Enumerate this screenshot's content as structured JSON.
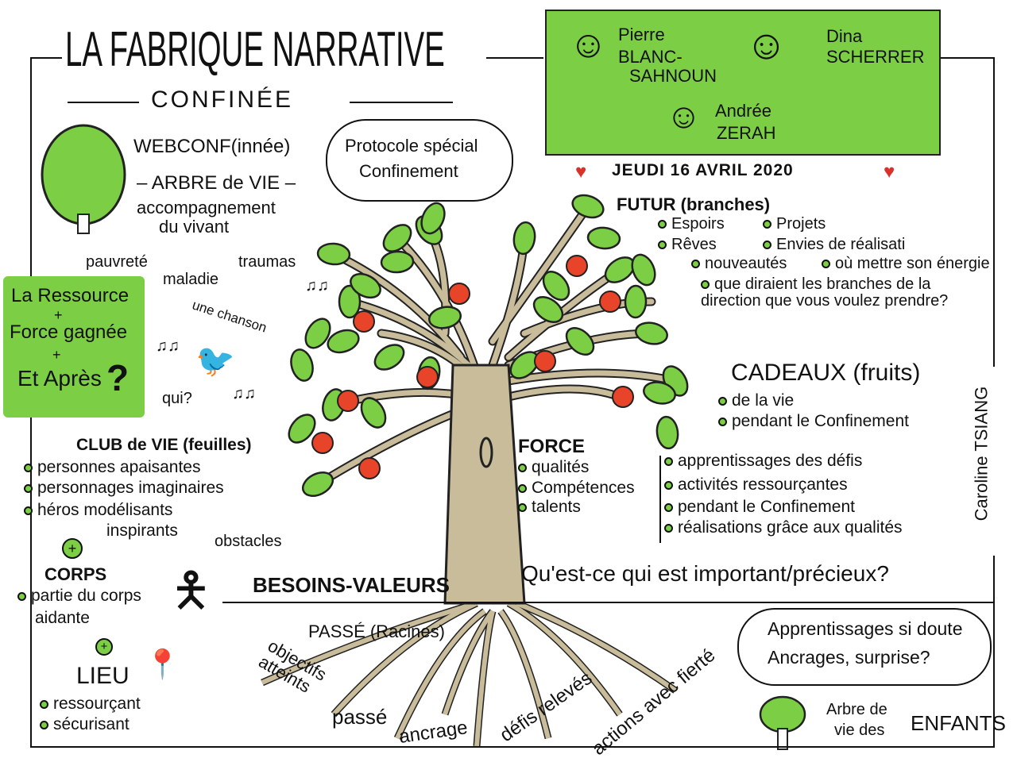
{
  "title": "LA FABRIQUE NARRATIVE",
  "subtitle": "CONFINÉE",
  "speakers": [
    {
      "first": "Pierre",
      "last1": "BLANC-",
      "last2": "SAHNOUN"
    },
    {
      "first": "Dina",
      "last1": "SCHERRER"
    },
    {
      "first": "Andrée",
      "last1": "ZERAH"
    }
  ],
  "date": "JEUDI 16 AVRIL 2020",
  "intro": {
    "lines": [
      "WEBCONF(innée)",
      "– ARBRE de VIE –",
      "accompagnement",
      "du vivant"
    ],
    "effects": [
      "pauvreté",
      "maladie",
      "traumas"
    ]
  },
  "protocole": [
    "Protocole spécial",
    "Confinement"
  ],
  "ressource": [
    "La Ressource",
    "+",
    "Force gagnée",
    "+",
    "Et Après",
    "?"
  ],
  "chanson": {
    "label": "une chanson",
    "question": "qui?"
  },
  "futur": {
    "heading": "FUTUR (branches)",
    "items": [
      "Espoirs",
      "Projets",
      "Rêves",
      "Envies de réalisati",
      "nouveautés",
      "où mettre son énergie",
      "que diraient les branches de la direction que vous voulez prendre?"
    ]
  },
  "cadeaux": {
    "heading": "CADEAUX (fruits)",
    "items": [
      "de la vie",
      "pendant le Confinement"
    ]
  },
  "club": {
    "heading": "CLUB de VIE (feuilles)",
    "items": [
      "personnes apaisantes",
      "personnages imaginaires",
      "héros modélisants",
      "inspirants"
    ],
    "extra": "obstacles"
  },
  "force": {
    "heading": "FORCE",
    "items": [
      "qualités",
      "Compétences",
      "talents"
    ],
    "items2": [
      "apprentissages des défis",
      "activités ressourçantes",
      "pendant le Confinement",
      "réalisations grâce aux qualités"
    ]
  },
  "besoins": "BESOINS-VALEURS",
  "question": "Qu'est-ce qui est important/précieux?",
  "corps": {
    "heading": "CORPS",
    "items": [
      "partie du corps",
      "aidante"
    ]
  },
  "lieu": {
    "heading": "LIEU",
    "items": [
      "ressourçant",
      "sécurisant"
    ]
  },
  "passe": {
    "heading": "PASSÉ (Racines)",
    "words": [
      "objectifs atteints",
      "passé",
      "ancrage",
      "défis relevés",
      "actions avec fierté"
    ]
  },
  "cloud2": [
    "Apprentissages si doute",
    "Ancrages, surprise?"
  ],
  "enfants": [
    "Arbre de",
    "vie des",
    "ENFANTS"
  ],
  "signature": "Caroline TSIANG",
  "colors": {
    "green": "#7ccf45",
    "trunk": "#c8bc9a",
    "apple": "#e8442a",
    "heart": "#d9312b"
  }
}
